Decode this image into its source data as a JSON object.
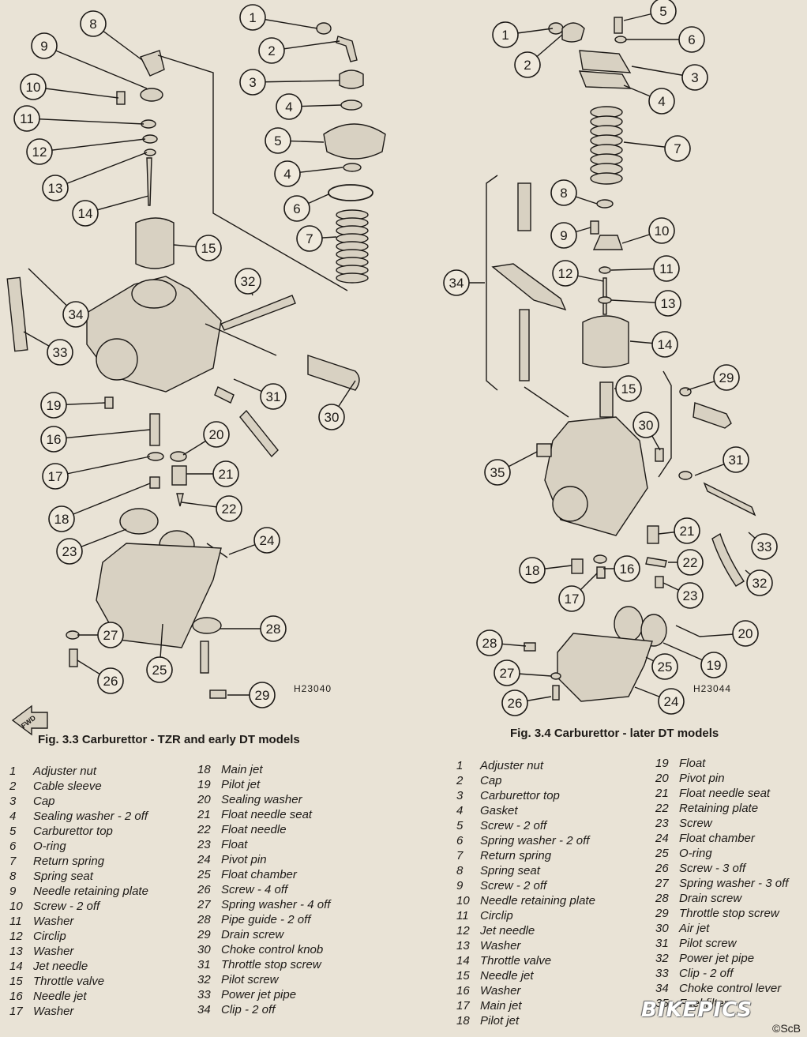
{
  "figures": [
    {
      "caption": "Fig. 3.3 Carburettor - TZR and early DT models",
      "drawing_code": "H23040",
      "fwd_label": "FWD",
      "col1": [
        [
          "1",
          "Adjuster nut"
        ],
        [
          "2",
          "Cable sleeve"
        ],
        [
          "3",
          "Cap"
        ],
        [
          "4",
          "Sealing washer - 2 off"
        ],
        [
          "5",
          "Carburettor top"
        ],
        [
          "6",
          "O-ring"
        ],
        [
          "7",
          "Return spring"
        ],
        [
          "8",
          "Spring seat"
        ],
        [
          "9",
          "Needle retaining plate"
        ],
        [
          "10",
          "Screw - 2 off"
        ],
        [
          "11",
          "Washer"
        ],
        [
          "12",
          "Circlip"
        ],
        [
          "13",
          "Washer"
        ],
        [
          "14",
          "Jet needle"
        ],
        [
          "15",
          "Throttle valve"
        ],
        [
          "16",
          "Needle jet"
        ],
        [
          "17",
          "Washer"
        ]
      ],
      "col2": [
        [
          "18",
          "Main jet"
        ],
        [
          "19",
          "Pilot jet"
        ],
        [
          "20",
          "Sealing washer"
        ],
        [
          "21",
          "Float needle seat"
        ],
        [
          "22",
          "Float needle"
        ],
        [
          "23",
          "Float"
        ],
        [
          "24",
          "Pivot pin"
        ],
        [
          "25",
          "Float chamber"
        ],
        [
          "26",
          "Screw - 4 off"
        ],
        [
          "27",
          "Spring washer - 4 off"
        ],
        [
          "28",
          "Pipe guide - 2 off"
        ],
        [
          "29",
          "Drain screw"
        ],
        [
          "30",
          "Choke control knob"
        ],
        [
          "31",
          "Throttle stop screw"
        ],
        [
          "32",
          "Pilot screw"
        ],
        [
          "33",
          "Power jet pipe"
        ],
        [
          "34",
          "Clip - 2 off"
        ]
      ]
    },
    {
      "caption": "Fig. 3.4 Carburettor - later DT models",
      "drawing_code": "H23044",
      "col1": [
        [
          "1",
          "Adjuster nut"
        ],
        [
          "2",
          "Cap"
        ],
        [
          "3",
          "Carburettor top"
        ],
        [
          "4",
          "Gasket"
        ],
        [
          "5",
          "Screw - 2 off"
        ],
        [
          "6",
          "Spring washer - 2 off"
        ],
        [
          "7",
          "Return spring"
        ],
        [
          "8",
          "Spring seat"
        ],
        [
          "9",
          "Screw - 2 off"
        ],
        [
          "10",
          "Needle retaining plate"
        ],
        [
          "11",
          "Circlip"
        ],
        [
          "12",
          "Jet needle"
        ],
        [
          "13",
          "Washer"
        ],
        [
          "14",
          "Throttle valve"
        ],
        [
          "15",
          "Needle jet"
        ],
        [
          "16",
          "Washer"
        ],
        [
          "17",
          "Main jet"
        ],
        [
          "18",
          "Pilot jet"
        ]
      ],
      "col2": [
        [
          "19",
          "Float"
        ],
        [
          "20",
          "Pivot pin"
        ],
        [
          "21",
          "Float needle seat"
        ],
        [
          "22",
          "Retaining plate"
        ],
        [
          "23",
          "Screw"
        ],
        [
          "24",
          "Float chamber"
        ],
        [
          "25",
          "O-ring"
        ],
        [
          "26",
          "Screw - 3 off"
        ],
        [
          "27",
          "Spring washer - 3 off"
        ],
        [
          "28",
          "Drain screw"
        ],
        [
          "29",
          "Throttle stop screw"
        ],
        [
          "30",
          "Air jet"
        ],
        [
          "31",
          "Pilot screw"
        ],
        [
          "32",
          "Power jet pipe"
        ],
        [
          "33",
          "Clip - 2 off"
        ],
        [
          "34",
          "Choke control lever"
        ],
        [
          "35",
          "Fuel filter"
        ]
      ]
    }
  ],
  "watermark": "BIKEPICS",
  "copyright": "©ScB"
}
